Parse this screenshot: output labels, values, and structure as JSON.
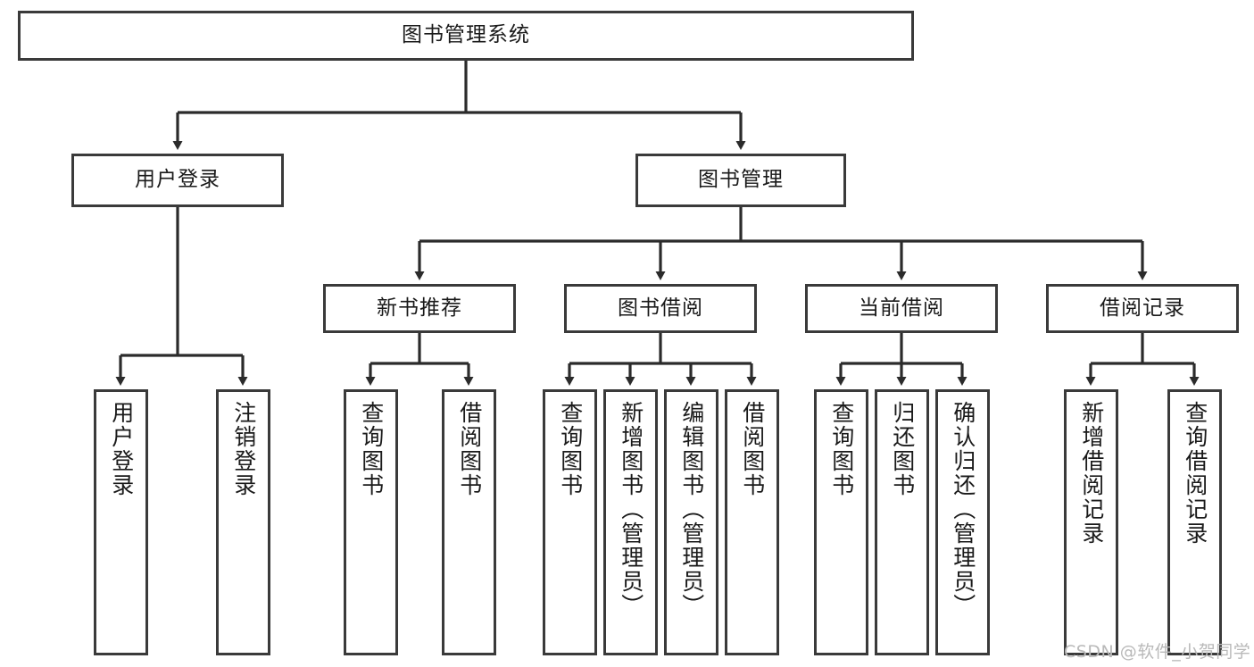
{
  "diagram": {
    "title": "图书管理系统",
    "watermark": "CSDN @软件_小贺同学",
    "style": {
      "border_color": "#3a3a3a",
      "fill_color": "#ffffff",
      "text_color": "#1a1a1a",
      "line_color": "#2b2b2b",
      "watermark_color": "#b9b9b9",
      "background": "#ffffff"
    },
    "nodes": {
      "root": {
        "label": "图书管理系统"
      },
      "level2": [
        {
          "label": "用户登录"
        },
        {
          "label": "图书管理"
        }
      ],
      "level3": [
        {
          "label": "新书推荐"
        },
        {
          "label": "图书借阅"
        },
        {
          "label": "当前借阅"
        },
        {
          "label": "借阅记录"
        }
      ],
      "leaves": {
        "user_login": [
          {
            "label": "用户登录"
          },
          {
            "label": "注销登录"
          }
        ],
        "new_book": [
          {
            "label": "查询图书"
          },
          {
            "label": "借阅图书"
          }
        ],
        "borrow_book": [
          {
            "label": "查询图书"
          },
          {
            "label": "新增图书（管理员）"
          },
          {
            "label": "编辑图书（管理员）"
          },
          {
            "label": "借阅图书"
          }
        ],
        "current_borrow": [
          {
            "label": "查询图书"
          },
          {
            "label": "归还图书"
          },
          {
            "label": "确认归还（管理员）"
          }
        ],
        "borrow_record": [
          {
            "label": "新增借阅记录"
          },
          {
            "label": "查询借阅记录"
          }
        ]
      }
    }
  }
}
